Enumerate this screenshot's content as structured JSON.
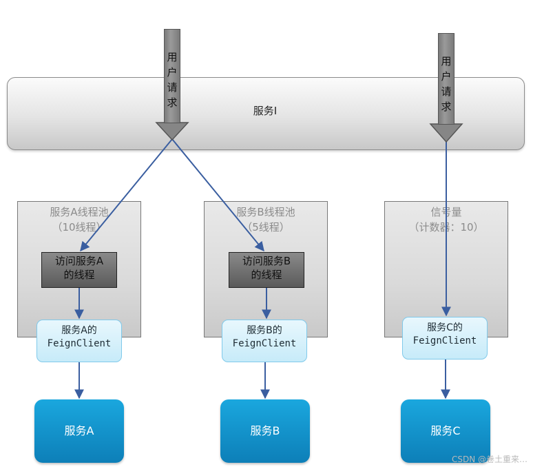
{
  "service_bar": {
    "label": "服务I"
  },
  "user_request": {
    "chars": [
      "用",
      "户",
      "请",
      "求"
    ]
  },
  "pools": [
    {
      "title": "服务A线程池",
      "subtitle": "（10线程）"
    },
    {
      "title": "服务B线程池",
      "subtitle": "（5线程）"
    },
    {
      "title": "信号量",
      "subtitle": "（计数器：10）"
    }
  ],
  "threads": [
    {
      "line1": "访问服务A",
      "line2": "的线程"
    },
    {
      "line1": "访问服务B",
      "line2": "的线程"
    }
  ],
  "feign_clients": [
    {
      "line1": "服务A的",
      "line2": "FeignClient"
    },
    {
      "line1": "服务B的",
      "line2": "FeignClient"
    },
    {
      "line1": "服务C的",
      "line2": "FeignClient"
    }
  ],
  "services": [
    {
      "label": "服务A"
    },
    {
      "label": "服务B"
    },
    {
      "label": "服务C"
    }
  ],
  "colors": {
    "connector": "#3a5ea0",
    "service_fill": "#1493cc",
    "feign_fill": "#c7ebf9",
    "thread_fill": "#6b6b6b"
  },
  "watermark": "CSDN @卷土重来…"
}
